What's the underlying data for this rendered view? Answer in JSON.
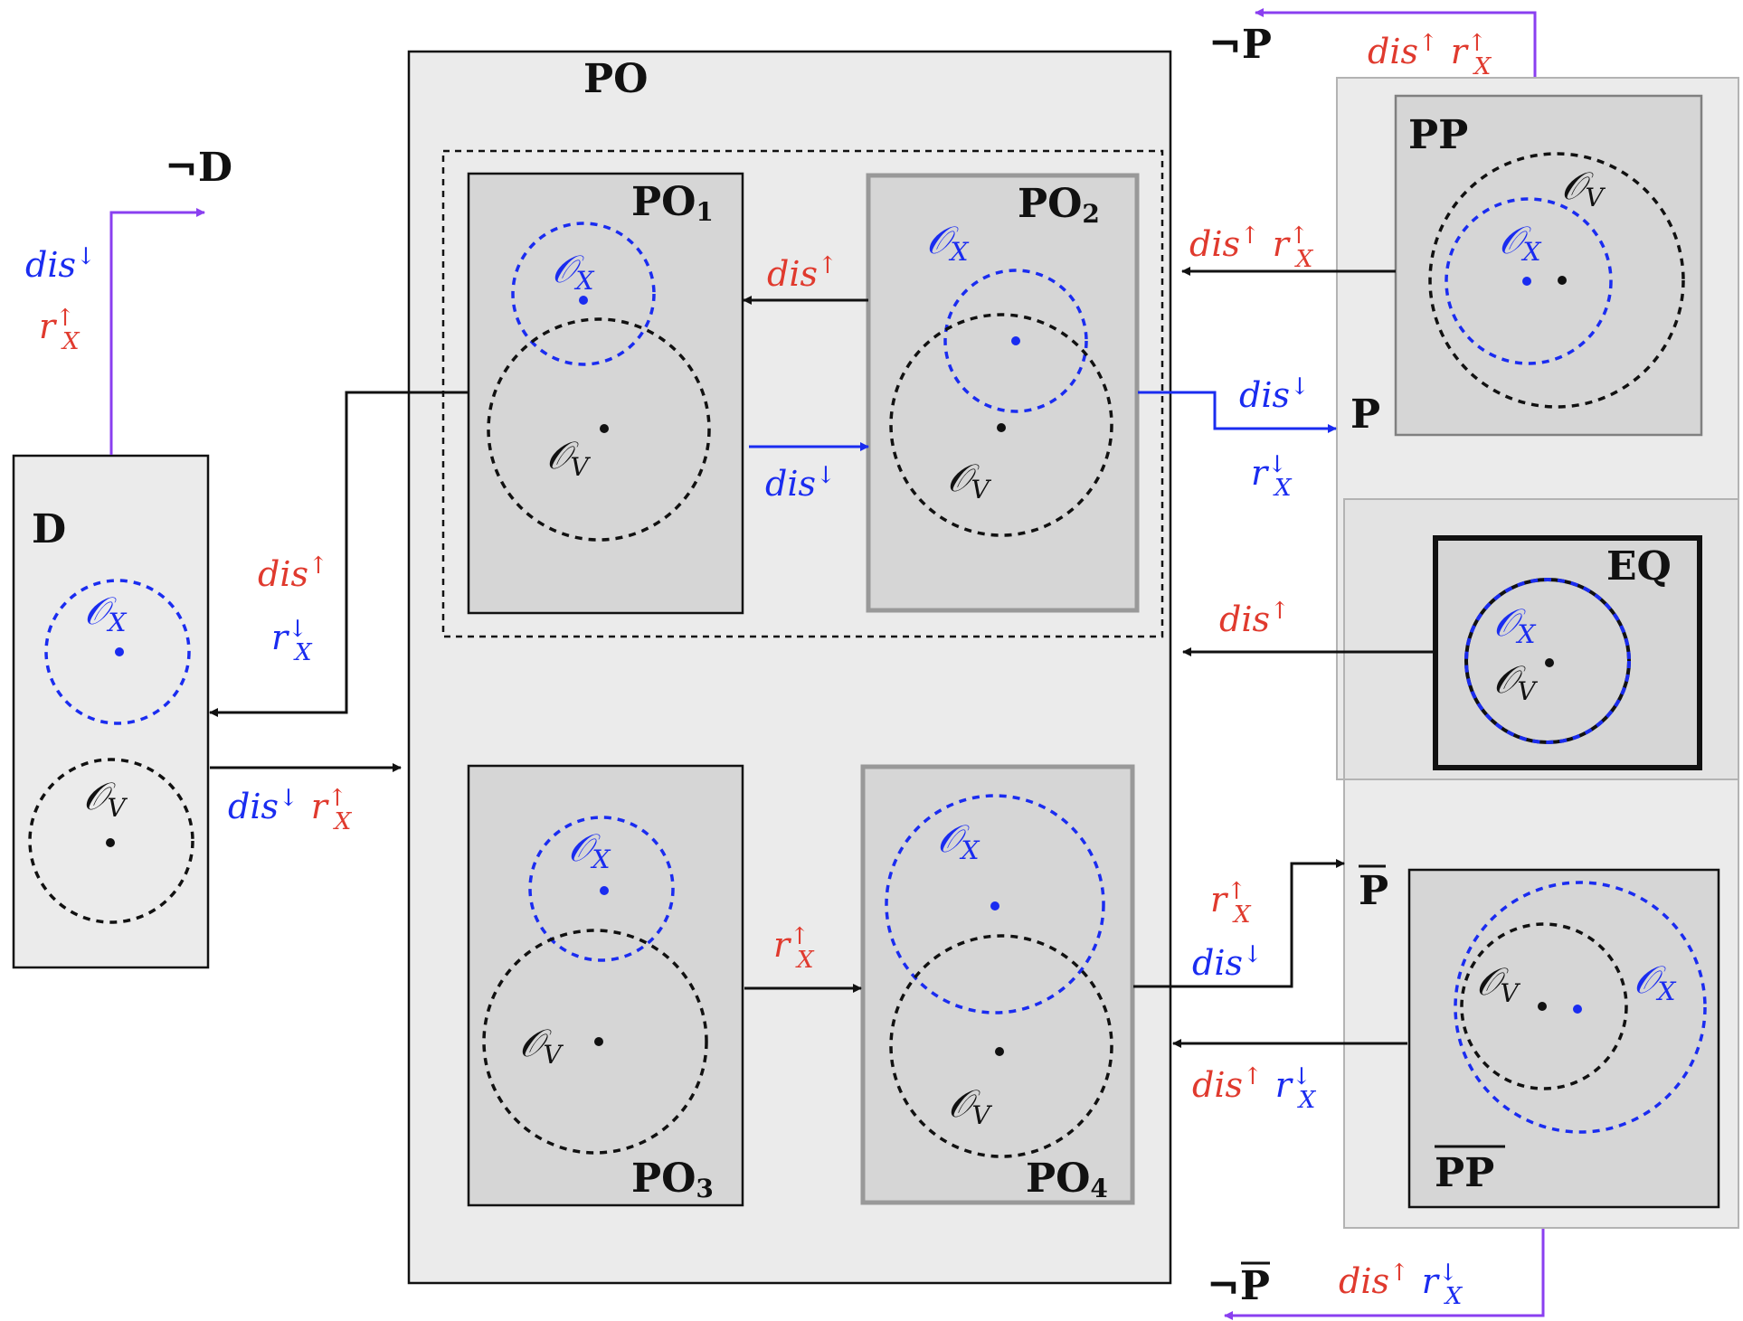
{
  "regions": {
    "po": "PO",
    "po1": "PO",
    "po1_sub": "1",
    "po2": "PO",
    "po2_sub": "2",
    "po3": "PO",
    "po3_sub": "3",
    "po4": "PO",
    "po4_sub": "4",
    "d": "D",
    "pp": "PP",
    "eq": "EQ",
    "ppbar": "PP",
    "p": "P",
    "pbar": "P",
    "not_d": "¬D",
    "not_p": "¬P",
    "not_pbar": "¬P"
  },
  "symbols": {
    "ox": "𝒪",
    "ox_sub": "X",
    "ov": "𝒪",
    "ov_sub": "V"
  },
  "ops": {
    "dis": "dis",
    "r": "r",
    "r_sub": "X",
    "up": "↑",
    "down": "↓"
  },
  "colors": {
    "red": "#e03a2e",
    "blue": "#1a2cf0",
    "purple": "#8a3ff0",
    "box_light": "#ebebeb",
    "box_dark": "#d6d6d6",
    "border_gray": "#999999"
  }
}
